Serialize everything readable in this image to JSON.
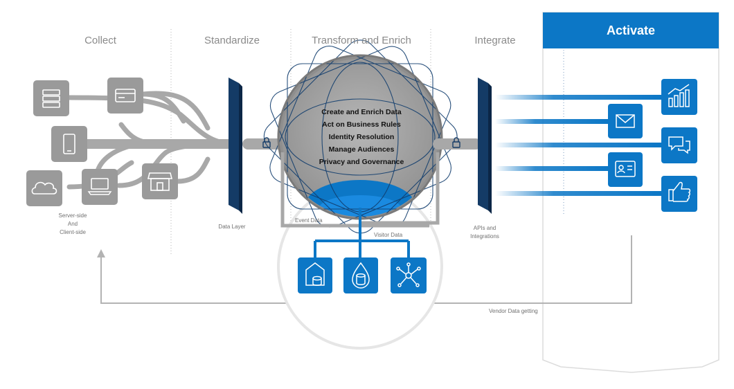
{
  "stages": {
    "collect": "Collect",
    "standardize": "Standardize",
    "transform": "Transform and Enrich",
    "integrate": "Integrate",
    "activate": "Activate"
  },
  "labels": {
    "server_side": "Server-side",
    "and": "And",
    "client_side": "Client-side",
    "data_layer": "Data Layer",
    "event_data": "Event Data",
    "visitor_data": "Visitor Data",
    "apis": "APIs and",
    "integrations": "Integrations",
    "vendor_data": "Vendor Data getting"
  },
  "center_items": [
    "Create and Enrich Data",
    "Act on Business Rules",
    "Identity Resolution",
    "Manage Audiences",
    "Privacy and Governance"
  ],
  "colors": {
    "brand_blue": "#0c77c6",
    "gray_icon": "#9a9a9a",
    "pipe_gray": "#a8a8a8",
    "navy_panel": "#143b66",
    "label_gray": "#8a8a8a"
  },
  "icons": {
    "collect": [
      "server-icon",
      "credit-card-icon",
      "mobile-phone-icon",
      "cloud-icon",
      "laptop-icon",
      "storefront-icon"
    ],
    "data_sources": [
      "home-database-icon",
      "database-drop-icon",
      "network-hub-icon"
    ],
    "activate": [
      "bar-chart-icon",
      "email-icon",
      "chat-icon",
      "contact-card-icon",
      "thumbs-up-icon"
    ]
  }
}
